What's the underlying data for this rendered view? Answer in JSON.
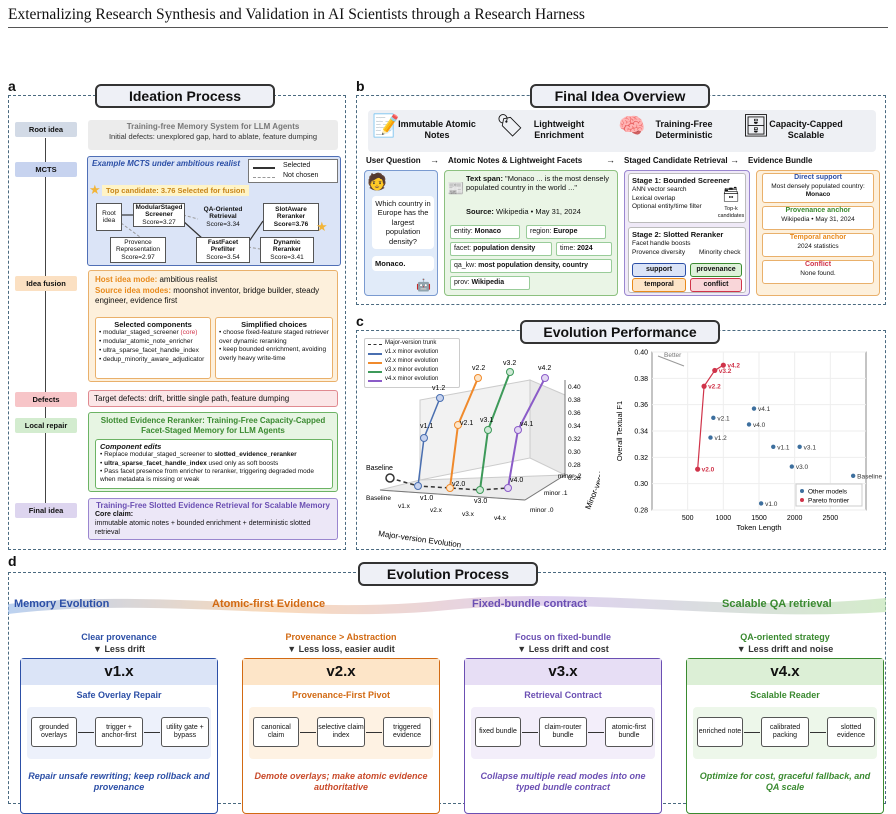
{
  "header": {
    "title": "Externalizing Research Synthesis and Validation in AI Scientists through a Research Harness"
  },
  "panel_a": {
    "tag": "a",
    "title": "Ideation Process",
    "stages": {
      "root": "Root idea",
      "mcts": "MCTS",
      "fusion": "Idea fusion",
      "defects": "Defects",
      "repair": "Local repair",
      "final": "Final idea"
    },
    "root_title": "Training-free Memory System for LLM Agents",
    "root_defects": "Initial defects: unexplored gap, hard to ablate, feature dumping",
    "mcts_title": "Example MCTS under ambitious realist",
    "legend_selected": "Selected",
    "legend_not": "Not chosen",
    "top_candidate": "Top candidate: 3.76  Selected for fusion",
    "nodes": {
      "root": "Root idea",
      "msscreen": "ModularStaged Screener",
      "msscreen_s": "Score=3.27",
      "qa": "QA-Oriented Retrieval",
      "qa_s": "Score=3.34",
      "slot": "SlotAware Reranker",
      "slot_s": "Score=3.76",
      "prov": "Provence Representation",
      "prov_s": "Score=2.97",
      "fast": "FastFacet Prefilter",
      "fast_s": "Score=3.54",
      "dyn": "Dynamic Reranker",
      "dyn_s": "Score=3.41"
    },
    "host_lbl": "Host idea mode:",
    "host_val": "ambitious realist",
    "src_lbl": "Source idea modes:",
    "src_val": "moonshot inventor, bridge builder, steady engineer, evidence first",
    "sel_title": "Selected components",
    "sel_items": [
      "modular_staged_screener",
      "modular_atomic_note_enricher",
      "ultra_sparse_facet_handle_index",
      "dedup_minority_aware_adjudicator"
    ],
    "core": "(core)",
    "simp_title": "Simplified choices",
    "simp_items": [
      "choose fixed-feature staged retriever over dynamic reranking",
      "keep bounded enrichment, avoiding overly heavy write-time"
    ],
    "defects_text": "Target defects: drift, brittle single path, feature dumping",
    "repair_title": "Slotted Evidence Reranker: Training-Free Capacity-Capped Facet-Staged Memory for LLM Agents",
    "edits_title": "Component edits",
    "edit1a": "Replace modular_staged_screener to ",
    "edit1b": "slotted_evidence_reranker",
    "edit2a": "ultra_sparse_facet_handle_index",
    "edit2b": " used only as soft boosts",
    "edit3": "Pass facet presence from enricher to reranker, triggering degraded mode when metadata is missing or weak",
    "final_title": "Training-Free Slotted Evidence Retrieval for Scalable Memory",
    "claim_lbl": "Core claim:",
    "claim": "immutable atomic notes + bounded enrichment + deterministic slotted retrieval"
  },
  "panel_b": {
    "tag": "b",
    "title": "Final Idea Overview",
    "features": [
      "Immutable Atomic Notes",
      "Lightweight Enrichment",
      "Training-Free Deterministic",
      "Capacity-Capped Scalable"
    ],
    "flow": [
      "User Question",
      "Atomic Notes & Lightweight Facets",
      "Staged Candidate Retrieval",
      "Evidence Bundle"
    ],
    "question": "Which country in Europe has the largest population density?",
    "answer": "Monaco.",
    "span_lbl": "Text span:",
    "span": "\"Monaco ... is the most densely populated country in the world ...\"",
    "source_lbl": "Source:",
    "source": "Wikipedia • May 31, 2024",
    "facets": [
      {
        "k": "entity:",
        "v": "Monaco"
      },
      {
        "k": "region:",
        "v": "Europe"
      },
      {
        "k": "facet:",
        "v": "population density"
      },
      {
        "k": "time:",
        "v": "2024"
      },
      {
        "k": "qa_kw:",
        "v": "most population density, country"
      },
      {
        "k": "prov:",
        "v": "Wikipedia"
      }
    ],
    "s1_title": "Stage 1: Bounded Screener",
    "s1_items": [
      "ANN vector search",
      "Lexical overlap",
      "Optional entity/time filter"
    ],
    "topk": "Top-k candidates",
    "s2_title": "Stage 2: Slotted Reranker",
    "s2_a": "Facet handle boosts",
    "s2_b": "Minority check",
    "s2_c": "Provence diversity",
    "slots": [
      "support",
      "provenance",
      "temporal",
      "conflict"
    ],
    "ev": [
      {
        "t": "Direct support",
        "v": "Most densely populated country:",
        "v2": "Monaco"
      },
      {
        "t": "Provenance anchor",
        "v": "Wikipedia • May 31, 2024",
        "v2": ""
      },
      {
        "t": "Temporal anchor",
        "v": "2024 statistics",
        "v2": ""
      },
      {
        "t": "Conflict",
        "v": "None found.",
        "v2": ""
      }
    ]
  },
  "panel_c": {
    "tag": "c",
    "title": "Evolution Performance",
    "legend3d": [
      "Major-version trunk",
      "v1.x minor evolution",
      "v2.x minor evolution",
      "v3.x minor evolution",
      "v4.x minor evolution"
    ],
    "axis_major": "Major-version Evolution",
    "axis_minor": "Minor-version Evolution",
    "major_ticks": [
      "Baseline",
      "v1.x",
      "v2.x",
      "v3.x",
      "v4.x"
    ],
    "minor_ticks": [
      "minor .0",
      "minor .1",
      "minor .2"
    ],
    "z_ticks": [
      "0.26",
      "0.28",
      "0.30",
      "0.32",
      "0.34",
      "0.36",
      "0.38",
      "0.40"
    ],
    "pts3d": [
      "Baseline",
      "v1.0",
      "v1.1",
      "v1.2",
      "v2.0",
      "v2.1",
      "v2.2",
      "v3.0",
      "v3.1",
      "v3.2",
      "v4.0",
      "v4.1",
      "v4.2"
    ],
    "scatter_better": "Better",
    "scatter_legend": [
      "Other models",
      "Pareto frontier"
    ]
  },
  "chart_data": {
    "type": "scatter",
    "xlabel": "Token Length",
    "ylabel": "Overall Textual F1",
    "xlim": [
      0,
      3000
    ],
    "ylim": [
      0.28,
      0.4
    ],
    "xticks": [
      500,
      1000,
      1500,
      2000,
      2500
    ],
    "yticks": [
      0.28,
      0.3,
      0.32,
      0.34,
      0.36,
      0.38,
      0.4
    ],
    "series": [
      {
        "name": "Other models",
        "points": [
          {
            "label": "Baseline",
            "x": 2820,
            "y": 0.306
          },
          {
            "label": "v1.0",
            "x": 1530,
            "y": 0.285
          },
          {
            "label": "v1.1",
            "x": 1700,
            "y": 0.328
          },
          {
            "label": "v1.2",
            "x": 820,
            "y": 0.335
          },
          {
            "label": "v2.1",
            "x": 860,
            "y": 0.35
          },
          {
            "label": "v3.0",
            "x": 1960,
            "y": 0.313
          },
          {
            "label": "v3.1",
            "x": 2070,
            "y": 0.328
          },
          {
            "label": "v4.0",
            "x": 1360,
            "y": 0.345
          },
          {
            "label": "v4.1",
            "x": 1430,
            "y": 0.357
          }
        ]
      },
      {
        "name": "Pareto frontier",
        "points": [
          {
            "label": "v2.0",
            "x": 640,
            "y": 0.311
          },
          {
            "label": "v2.2",
            "x": 730,
            "y": 0.374
          },
          {
            "label": "v3.2",
            "x": 880,
            "y": 0.386
          },
          {
            "label": "v4.2",
            "x": 1000,
            "y": 0.39
          }
        ]
      }
    ],
    "colors": {
      "other": "#3d6f9e",
      "pareto": "#d0344a"
    }
  },
  "panel_d": {
    "tag": "d",
    "title": "Evolution Process",
    "themes": [
      "Memory Evolution",
      "Atomic-first Evidence",
      "Fixed-bundle contract",
      "Scalable QA retrieval"
    ],
    "versions": [
      {
        "title": "v1.x",
        "top": "Clear provenance",
        "delta": "▼ Less drift",
        "sub": "Safe Overlay Repair",
        "flow": [
          "grounded overlays",
          "trigger + anchor-first",
          "utility gate + bypass"
        ],
        "caption": "Repair unsafe rewriting; keep rollback and provenance"
      },
      {
        "title": "v2.x",
        "top": "Provenance > Abstraction",
        "delta": "▼ Less loss, easier audit",
        "sub": "Provenance-First Pivot",
        "flow": [
          "canonical claim",
          "selective claim index",
          "triggered evidence"
        ],
        "caption": "Demote overlays; make atomic evidence authoritative"
      },
      {
        "title": "v3.x",
        "top": "Focus on fixed-bundle",
        "delta": "▼ Less drift and cost",
        "sub": "Retrieval Contract",
        "flow": [
          "fixed bundle",
          "claim-router bundle",
          "atomic-first bundle"
        ],
        "caption": "Collapse multiple read modes into one typed bundle contract"
      },
      {
        "title": "v4.x",
        "top": "QA-oriented strategy",
        "delta": "▼ Less drift and noise",
        "sub": "Scalable Reader",
        "flow": [
          "enriched note",
          "calibrated packing",
          "slotted evidence"
        ],
        "caption": "Optimize for cost, graceful fallback, and QA scale"
      }
    ]
  }
}
